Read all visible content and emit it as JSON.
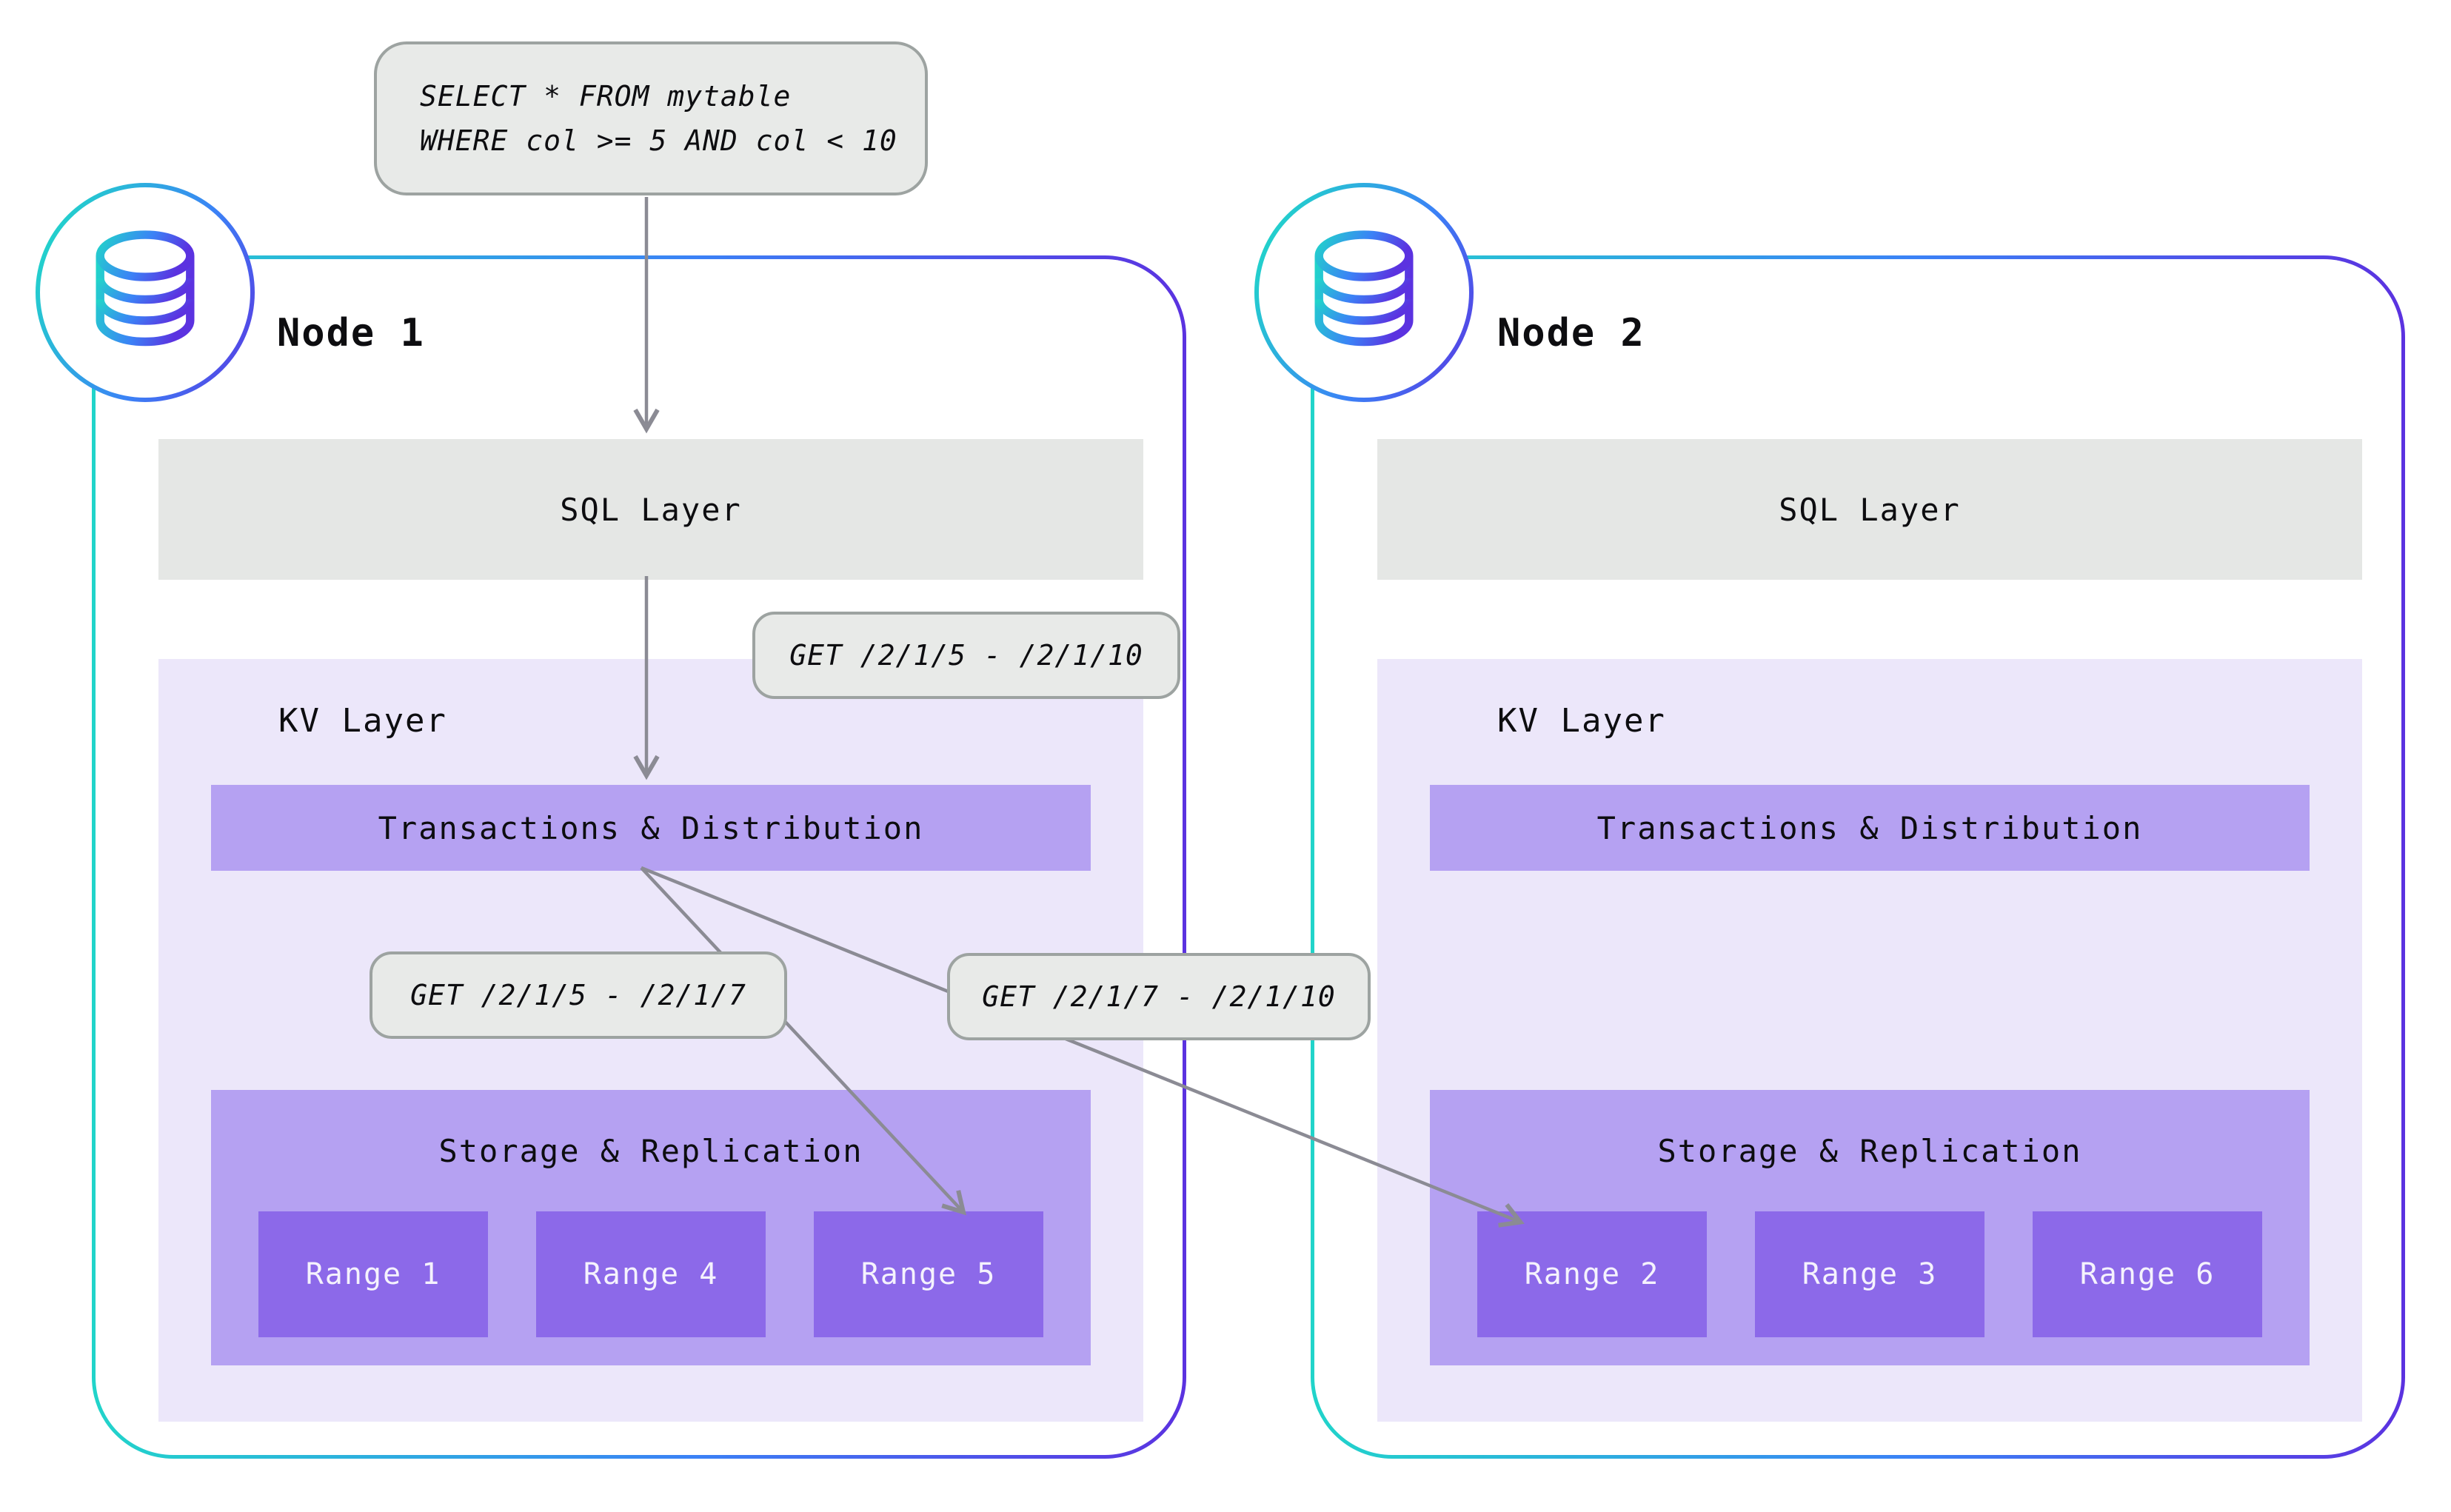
{
  "query": {
    "line1": "SELECT * FROM mytable",
    "line2": "WHERE col >= 5 AND col < 10"
  },
  "pills": {
    "top": "GET /2/1/5 - /2/1/10",
    "left": "GET /2/1/5 - /2/1/7",
    "right": "GET /2/1/7 - /2/1/10"
  },
  "nodes": [
    {
      "title": "Node 1",
      "sql_label": "SQL Layer",
      "kv_label": "KV Layer",
      "txn_label": "Transactions & Distribution",
      "storage_label": "Storage & Replication",
      "ranges": [
        "Range 1",
        "Range 4",
        "Range 5"
      ]
    },
    {
      "title": "Node 2",
      "sql_label": "SQL Layer",
      "kv_label": "KV Layer",
      "txn_label": "Transactions & Distribution",
      "storage_label": "Storage & Replication",
      "ranges": [
        "Range 2",
        "Range 3",
        "Range 6"
      ]
    }
  ],
  "colors": {
    "teal": "#21d4ca",
    "blue": "#3b82f6",
    "indigo": "#5b32e0",
    "arrow": "#8b8b94",
    "pill-bg": "#e8eae8",
    "pill-border": "#9da3a1",
    "gray-bar": "#e5e7e5",
    "kv-bg": "#ece7fa",
    "purple-mid": "#b5a1f2",
    "purple-dark": "#8c69e9",
    "range-text": "#f5f2fd",
    "ink": "#0d0d10"
  }
}
